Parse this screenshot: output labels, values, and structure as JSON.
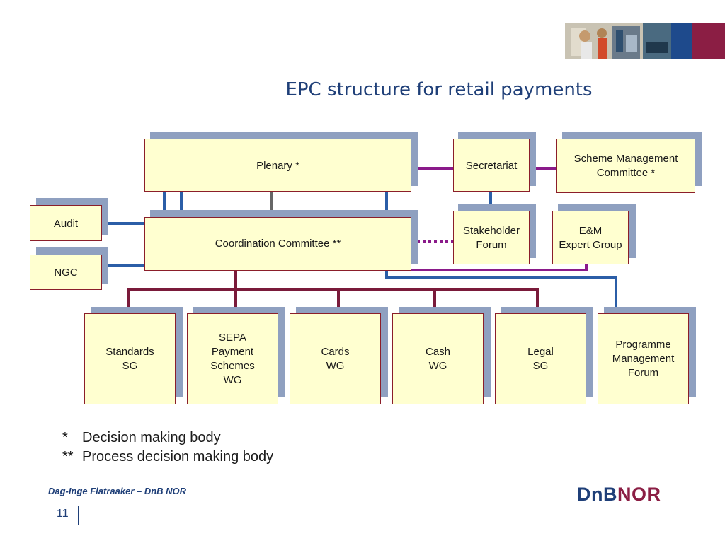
{
  "title": "EPC structure for retail payments",
  "boxes": {
    "plenary": "Plenary *",
    "secretariat": "Secretariat",
    "scheme_mgmt": "Scheme Management\nCommittee *",
    "audit": "Audit",
    "ngc": "NGC",
    "coordination": "Coordination Committee **",
    "stakeholder": "Stakeholder\nForum",
    "em": "E&M\nExpert Group",
    "standards": "Standards\nSG",
    "sepa": "SEPA\nPayment\nSchemes\nWG",
    "cards": "Cards\nWG",
    "cash": "Cash\nWG",
    "legal": "Legal\nSG",
    "pmf": "Programme\nManagement\nForum"
  },
  "legend": [
    {
      "mark": "*",
      "text": "Decision making body"
    },
    {
      "mark": "**",
      "text": "Process decision making body"
    }
  ],
  "footer": {
    "author": "Dag-Inge Flatraaker – DnB NOR",
    "page": "11",
    "logo_part1": "DnB",
    "logo_part2": "NOR"
  },
  "colors": {
    "blue_line": "#2b5ea7",
    "purple_line": "#8a1a8a",
    "maroon_line": "#7a1a3a",
    "gray_line": "#666666",
    "shadow": "#8fa0c0",
    "box_fill": "#ffffd0"
  }
}
